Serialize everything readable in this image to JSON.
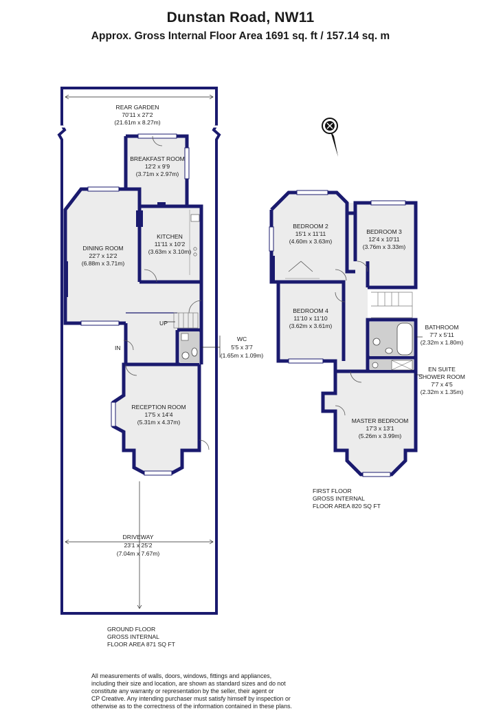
{
  "header": {
    "title": "Dunstan Road, NW11",
    "subtitle": "Approx. Gross Internal Floor Area 1691 sq. ft / 157.14 sq. m"
  },
  "ground_floor": {
    "rooms": {
      "rear_garden": {
        "name": "REAR GARDEN",
        "imperial": "70'11 x 27'2",
        "metric": "(21.61m x 8.27m)"
      },
      "breakfast_room": {
        "name": "BREAKFAST ROOM",
        "imperial": "12'2 x 9'9",
        "metric": "(3.71m x 2.97m)"
      },
      "kitchen": {
        "name": "KITCHEN",
        "imperial": "11'11 x 10'2",
        "metric": "(3.63m x 3.10m)"
      },
      "dining_room": {
        "name": "DINING ROOM",
        "imperial": "22'7 x 12'2",
        "metric": "(6.88m x 3.71m)"
      },
      "wc": {
        "name": "WC",
        "imperial": "5'5 x 3'7",
        "metric": "(1.65m x 1.09m)"
      },
      "reception_room": {
        "name": "RECEPTION ROOM",
        "imperial": "17'5 x 14'4",
        "metric": "(5.31m x 4.37m)"
      },
      "driveway": {
        "name": "DRIVEWAY",
        "imperial": "23'1 x 25'2",
        "metric": "(7.04m x 7.67m)"
      }
    },
    "up_label": "UP",
    "in_label": "IN",
    "caption": [
      "GROUND FLOOR",
      "GROSS INTERNAL",
      "FLOOR AREA 871 SQ FT"
    ]
  },
  "first_floor": {
    "rooms": {
      "bedroom2": {
        "name": "BEDROOM 2",
        "imperial": "15'1 x 11'11",
        "metric": "(4.60m x 3.63m)"
      },
      "bedroom3": {
        "name": "BEDROOM 3",
        "imperial": "12'4 x 10'11",
        "metric": "(3.76m x 3.33m)"
      },
      "bedroom4": {
        "name": "BEDROOM 4",
        "imperial": "11'10 x 11'10",
        "metric": "(3.62m x 3.61m)"
      },
      "bathroom": {
        "name": "BATHROOM",
        "imperial": "7'7 x 5'11",
        "metric": "(2.32m x 1.80m)"
      },
      "ensuite": {
        "name1": "EN SUITE",
        "name2": "SHOWER ROOM",
        "imperial": "7'7 x 4'5",
        "metric": "(2.32m x 1.35m)"
      },
      "master": {
        "name": "MASTER BEDROOM",
        "imperial": "17'3 x 13'1",
        "metric": "(5.26m x 3.99m)"
      }
    },
    "caption": [
      "FIRST FLOOR",
      "GROSS INTERNAL",
      "FLOOR AREA 820 SQ FT"
    ]
  },
  "disclaimer": [
    "All measurements of walls, doors, windows, fittings and appliances,",
    "including their size and location, are shown as standard sizes and do not",
    "constitute any warranty or representation by the seller, their agent or",
    "CP Creative. Any intending purchaser must satisfy himself by inspection or",
    "otherwise as to the correctness of the information contained in these plans."
  ],
  "colors": {
    "wall": "#1a1a6e",
    "room_fill": "#ececec"
  },
  "icons": [
    "compass-icon"
  ]
}
